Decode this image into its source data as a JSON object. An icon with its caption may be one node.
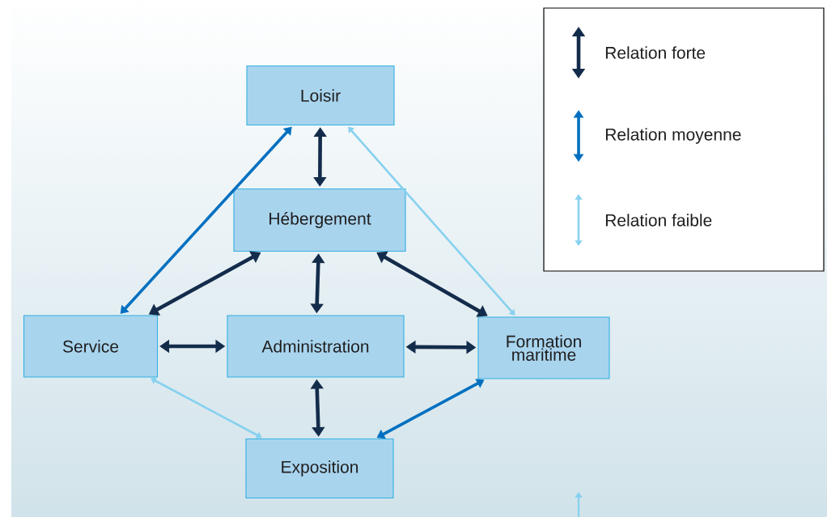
{
  "diagram": {
    "nodes": [
      {
        "text": [
          "Loisir"
        ]
      },
      {
        "text": [
          "Hébergement"
        ]
      },
      {
        "text": [
          "Service"
        ]
      },
      {
        "text": [
          "Administration"
        ]
      },
      {
        "text": [
          "Formation maritime"
        ]
      },
      {
        "text": [
          "Exposition"
        ]
      }
    ],
    "edges": [
      {
        "from": 0,
        "to": 2,
        "arrow": "both",
        "color": "#0070c0"
      },
      {
        "from": 0,
        "to": 1,
        "arrow": "both"
      },
      {
        "from": 0,
        "to": 4,
        "arrow": "both",
        "color": "#87d1ef"
      },
      {
        "from": 1,
        "to": 2,
        "arrow": "both"
      },
      {
        "from": 1,
        "to": 3,
        "arrow": "both"
      },
      {
        "from": 1,
        "to": 4,
        "arrow": "both"
      },
      {
        "from": 2,
        "to": 3,
        "arrow": "both"
      },
      {
        "from": 3,
        "to": 4,
        "arrow": "both"
      },
      {
        "from": 3,
        "to": 5,
        "arrow": "both"
      },
      {
        "from": 2,
        "to": 5,
        "arrow": "both",
        "color": "#87d1ef"
      },
      {
        "from": 4,
        "to": 5,
        "arrow": "both",
        "color": "#0070c0"
      }
    ],
    "legend": [
      {
        "text": "Relation forte"
      },
      {
        "text": "Relation moyenne"
      },
      {
        "text": "Relation faible"
      }
    ]
  }
}
